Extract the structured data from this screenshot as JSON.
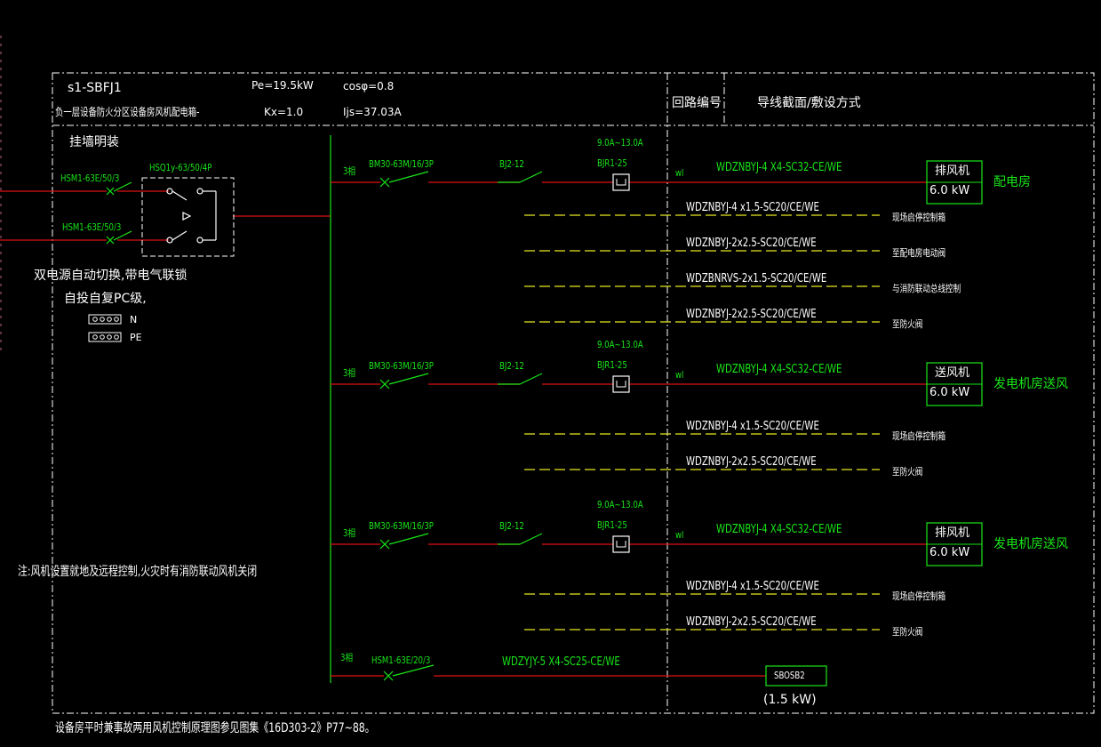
{
  "header": {
    "panel_id": "s1-SBFJ1",
    "panel_desc": "负一层设备防火分区设备房风机配电箱-",
    "pe": "Pe=19.5kW",
    "kx": "Kx=1.0",
    "cos": "cosφ=0.8",
    "ijs": "Ijs=37.03A",
    "col_circuit": "回路编号",
    "col_wire": "导线截面/敷设方式"
  },
  "left": {
    "mount": "挂墙明装",
    "inc1": "HSM1-63E/50/3",
    "inc2": "HSM1-63E/50/3",
    "ats": "HSQ1y-63/50/4P",
    "ats_note1": "双电源自动切换,带电气联锁",
    "ats_note2": "自投自复PC级,",
    "bus_n": "N",
    "bus_pe": "PE",
    "note": "注:风机设置就地及远程控制,火灾时有消防联动风机关闭"
  },
  "circuits": [
    {
      "phase": "3相",
      "breaker": "BM30-63M/16/3P",
      "contactor": "BJ2-12",
      "relay_range": "9.0A~13.0A",
      "relay": "BJR1-25",
      "wl": "wl",
      "cable": "WDZNBYJ-4 X4-SC32-CE/WE",
      "load": "排风机",
      "power": "6.0 kW",
      "dest": "配电房",
      "ctrl": [
        {
          "cable": "WDZNBYJ-4 x1.5-SC20/CE/WE",
          "to": "现场启停控制箱"
        },
        {
          "cable": "WDZNBYJ-2x2.5-SC20/CE/WE",
          "to": "至配电房电动阀"
        },
        {
          "cable": "WDZBNRVS-2x1.5-SC20/CE/WE",
          "to": "与消防联动总线控制"
        },
        {
          "cable": "WDZNBYJ-2x2.5-SC20/CE/WE",
          "to": "至防火阀"
        }
      ]
    },
    {
      "phase": "3相",
      "breaker": "BM30-63M/16/3P",
      "contactor": "BJ2-12",
      "relay_range": "9.0A~13.0A",
      "relay": "BJR1-25",
      "wl": "wl",
      "cable": "WDZNBYJ-4 X4-SC32-CE/WE",
      "load": "送风机",
      "power": "6.0 kW",
      "dest": "发电机房送风",
      "ctrl": [
        {
          "cable": "WDZNBYJ-4 x1.5-SC20/CE/WE",
          "to": "现场启停控制箱"
        },
        {
          "cable": "WDZNBYJ-2x2.5-SC20/CE/WE",
          "to": "至防火阀"
        }
      ]
    },
    {
      "phase": "3相",
      "breaker": "BM30-63M/16/3P",
      "contactor": "BJ2-12",
      "relay_range": "9.0A~13.0A",
      "relay": "BJR1-25",
      "wl": "wl",
      "cable": "WDZNBYJ-4 X4-SC32-CE/WE",
      "load": "排风机",
      "power": "6.0 kW",
      "dest": "发电机房送风",
      "ctrl": [
        {
          "cable": "WDZNBYJ-4 x1.5-SC20/CE/WE",
          "to": "现场启停控制箱"
        },
        {
          "cable": "WDZNBYJ-2x2.5-SC20/CE/WE",
          "to": "至防火阀"
        }
      ]
    }
  ],
  "spare": {
    "phase": "3相",
    "breaker": "HSM1-63E/20/3",
    "cable": "WDZYJY-5 X4-SC25-CE/WE",
    "load": "SBOSB2",
    "power": "(1.5 kW)"
  },
  "footer": "设备房平时兼事故两用风机控制原理图参见图集《16D303-2》P77~88。",
  "colors": {
    "background": "#000000",
    "frame": "#ffffff",
    "bus": "#19e619",
    "power_line": "#e01010",
    "control_line": "#e8e820",
    "text": "#19e619",
    "label": "#ffffff"
  }
}
